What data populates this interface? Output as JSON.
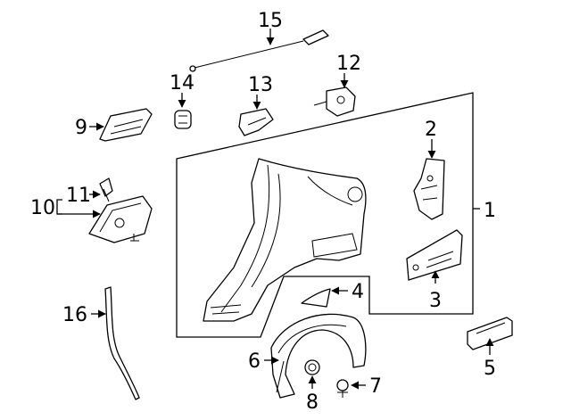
{
  "diagram": {
    "background": "#ffffff",
    "line_color": "#000000",
    "callouts": [
      {
        "id": "c1",
        "label": "1"
      },
      {
        "id": "c2",
        "label": "2"
      },
      {
        "id": "c3",
        "label": "3"
      },
      {
        "id": "c4",
        "label": "4"
      },
      {
        "id": "c5",
        "label": "5"
      },
      {
        "id": "c6",
        "label": "6"
      },
      {
        "id": "c7",
        "label": "7"
      },
      {
        "id": "c8",
        "label": "8"
      },
      {
        "id": "c9",
        "label": "9"
      },
      {
        "id": "c10",
        "label": "10"
      },
      {
        "id": "c11",
        "label": "11"
      },
      {
        "id": "c12",
        "label": "12"
      },
      {
        "id": "c13",
        "label": "13"
      },
      {
        "id": "c14",
        "label": "14"
      },
      {
        "id": "c15",
        "label": "15"
      },
      {
        "id": "c16",
        "label": "16"
      }
    ]
  }
}
